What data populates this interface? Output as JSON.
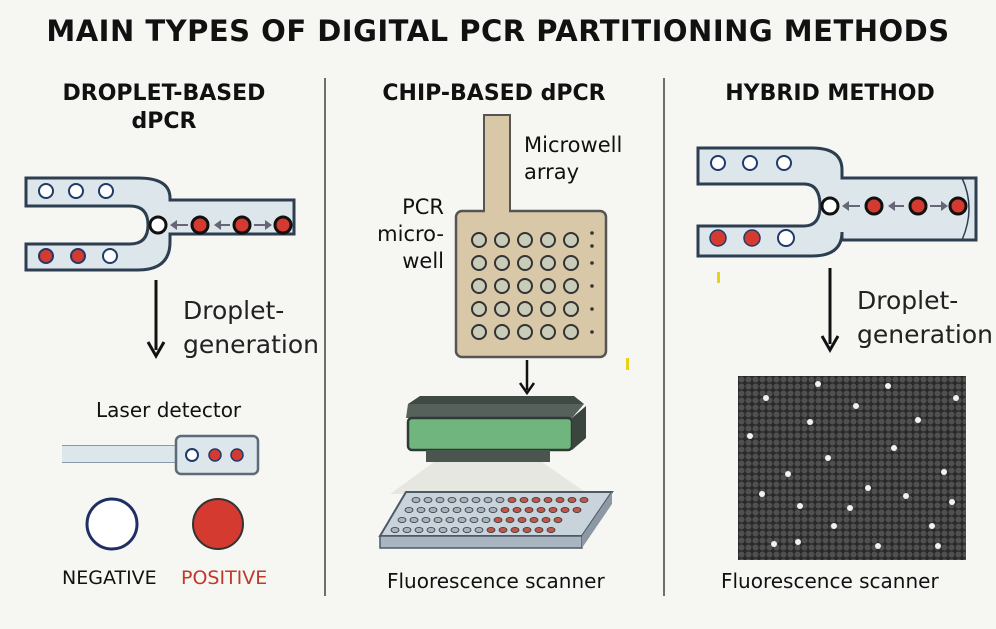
{
  "title": "MAIN TYPES OF DIGITAL PCR PARTITIONING METHODS",
  "sections": {
    "droplet": {
      "heading_line1": "DROPLET-BASED",
      "heading_line2": "dPCR",
      "step_line1": "Droplet-",
      "step_line2": "generation",
      "detector_label": "Laser detector",
      "negative_label": "NEGATIVE",
      "positive_label": "POSITIVE"
    },
    "chip": {
      "heading": "CHIP-BASED dPCR",
      "microwell_line1": "Microwell",
      "microwell_line2": "array",
      "pcr_line1": "PCR",
      "pcr_line2": "micro-",
      "pcr_line3": "well",
      "scanner_label": "Fluorescence scanner"
    },
    "hybrid": {
      "heading": "HYBRID METHOD",
      "step_line1": "Droplet-",
      "step_line2": "generation",
      "scanner_label": "Fluorescence scanner"
    }
  },
  "colors": {
    "positive": "#d43a2f",
    "negative": "#ffffff",
    "channel": "#dde6ea",
    "chip": "#d8c8a8",
    "scanner": "#6fb57d"
  },
  "icons": [
    "down-arrow-icon",
    "left-arrow-icon",
    "right-arrow-icon"
  ]
}
